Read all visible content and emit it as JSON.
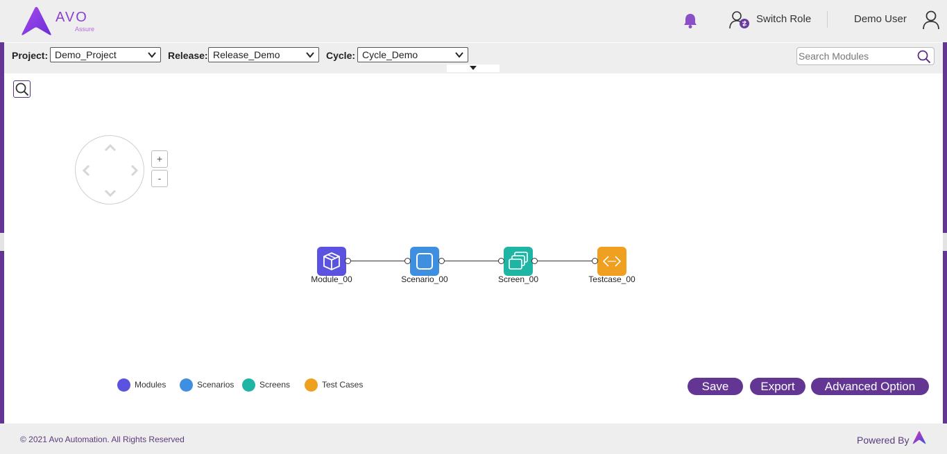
{
  "header": {
    "logo_text": "AVO",
    "logo_sub": "Assure",
    "switch_role_label": "Switch Role",
    "user_name": "Demo User"
  },
  "toolbar": {
    "project_label": "Project:",
    "project_value": "Demo_Project",
    "release_label": "Release:",
    "release_value": "Release_Demo",
    "cycle_label": "Cycle:",
    "cycle_value": "Cycle_Demo",
    "search_placeholder": "Search Modules"
  },
  "zoom": {
    "plus": "+",
    "minus": "-"
  },
  "nodes": [
    {
      "label": "Module_00",
      "type": "module",
      "color": "#5b52e0",
      "icon": "cube-icon"
    },
    {
      "label": "Scenario_00",
      "type": "scenario",
      "color": "#3f8fe0",
      "icon": "square-icon"
    },
    {
      "label": "Screen_00",
      "type": "screen",
      "color": "#1fb5a5",
      "icon": "screens-icon"
    },
    {
      "label": "Testcase_00",
      "type": "testcase",
      "color": "#f0a020",
      "icon": "code-icon"
    }
  ],
  "legend": [
    {
      "label": "Modules",
      "color": "#5b52e0"
    },
    {
      "label": "Scenarios",
      "color": "#3f8fe0"
    },
    {
      "label": "Screens",
      "color": "#1fb5a5"
    },
    {
      "label": "Test Cases",
      "color": "#f0a020"
    }
  ],
  "actions": {
    "save": "Save",
    "export": "Export",
    "advanced": "Advanced Option"
  },
  "footer": {
    "copyright": "© 2021 Avo Automation. All Rights Reserved",
    "powered_by": "Powered By"
  },
  "colors": {
    "brand_purple": "#643693",
    "accent_purple": "#8b3fd1"
  }
}
